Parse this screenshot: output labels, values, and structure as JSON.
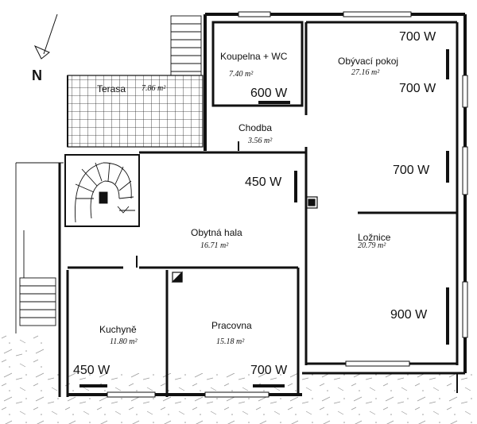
{
  "compass": {
    "label": "N"
  },
  "rooms": {
    "koupelna": {
      "name": "Koupelna + WC",
      "area": "7.40 m²"
    },
    "obyvaci": {
      "name": "Obývací pokoj",
      "area": "27.16 m²"
    },
    "terasa": {
      "name": "Terasa",
      "area": "7.86 m²"
    },
    "chodba": {
      "name": "Chodba",
      "area": "3.56 m²"
    },
    "hala": {
      "name": "Obytná hala",
      "area": "16.71 m²"
    },
    "loznice": {
      "name": "Ložnice",
      "area": "20.79 m²"
    },
    "kuchyne": {
      "name": "Kuchyně",
      "area": "11.80 m²"
    },
    "pracovna": {
      "name": "Pracovna",
      "area": "15.18 m²"
    }
  },
  "radiators": {
    "obyvaci_top": "700 W",
    "obyvaci_mid": "700 W",
    "koupelna": "600 W",
    "obyvaci_low": "700 W",
    "hala": "450 W",
    "loznice": "900 W",
    "kuchyne": "450 W",
    "pracovna": "700 W"
  }
}
